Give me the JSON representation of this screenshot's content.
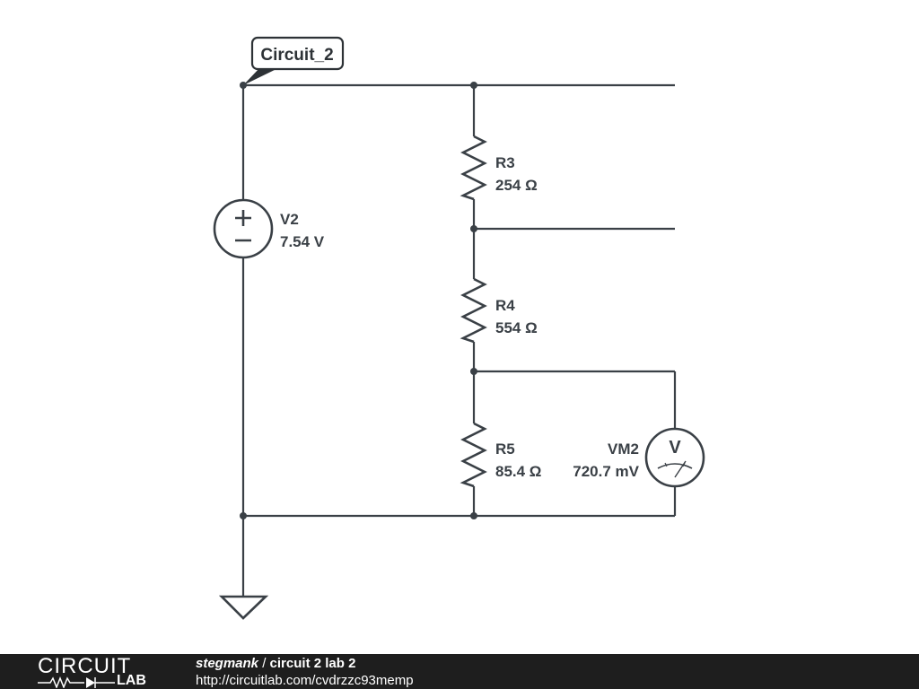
{
  "circuit_tag": "Circuit_2",
  "components": {
    "v2": {
      "name": "V2",
      "value": "7.54 V",
      "plus": "+",
      "minus": "−"
    },
    "r3": {
      "name": "R3",
      "value": "254 Ω"
    },
    "r4": {
      "name": "R4",
      "value": "554 Ω"
    },
    "r5": {
      "name": "R5",
      "value": "85.4 Ω"
    },
    "vm2": {
      "name": "VM2",
      "value": "720.7 mV",
      "symbol": "V"
    }
  },
  "footer": {
    "logo_top": "CIRCUIT",
    "logo_bottom": "LAB",
    "author": "stegmank",
    "separator": " / ",
    "title": "circuit 2 lab 2",
    "url": "http://circuitlab.com/cvdrzzc93memp"
  }
}
